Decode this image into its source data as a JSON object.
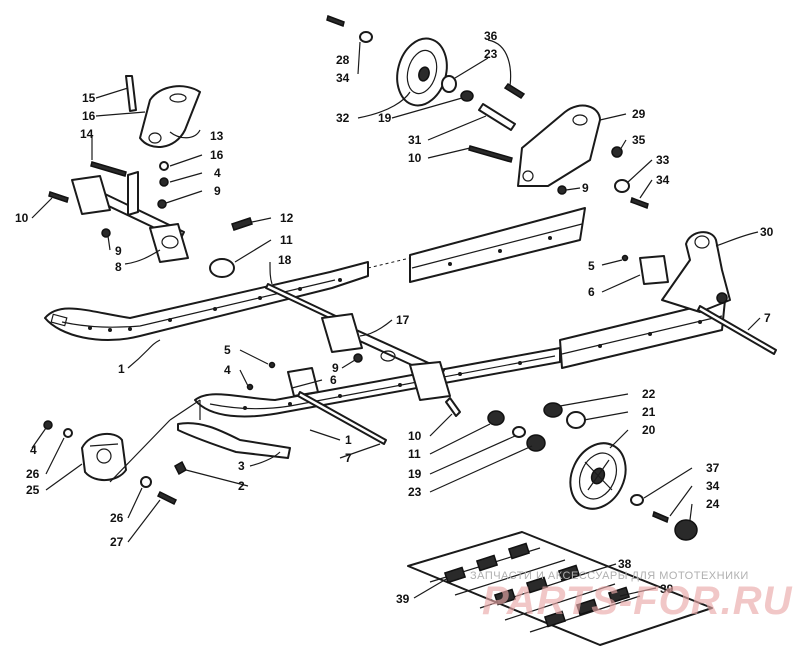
{
  "watermark": {
    "top_line": "ЗАПЧАСТИ И АКСЕССУАРЫ ДЛЯ МОТОТЕХНИКИ",
    "logo": "PARTS-FOR.RU"
  },
  "callouts": [
    {
      "id": "c1a",
      "text": "1"
    },
    {
      "id": "c1b",
      "text": "1"
    },
    {
      "id": "c2",
      "text": "2"
    },
    {
      "id": "c3",
      "text": "3"
    },
    {
      "id": "c4a",
      "text": "4"
    },
    {
      "id": "c4b",
      "text": "4"
    },
    {
      "id": "c4c",
      "text": "4"
    },
    {
      "id": "c5a",
      "text": "5"
    },
    {
      "id": "c5b",
      "text": "5"
    },
    {
      "id": "c6a",
      "text": "6"
    },
    {
      "id": "c6b",
      "text": "6"
    },
    {
      "id": "c7a",
      "text": "7"
    },
    {
      "id": "c7b",
      "text": "7"
    },
    {
      "id": "c8",
      "text": "8"
    },
    {
      "id": "c9a",
      "text": "9"
    },
    {
      "id": "c9b",
      "text": "9"
    },
    {
      "id": "c9c",
      "text": "9"
    },
    {
      "id": "c9d",
      "text": "9"
    },
    {
      "id": "c10a",
      "text": "10"
    },
    {
      "id": "c10b",
      "text": "10"
    },
    {
      "id": "c10c",
      "text": "10"
    },
    {
      "id": "c11a",
      "text": "11"
    },
    {
      "id": "c11b",
      "text": "11"
    },
    {
      "id": "c12",
      "text": "12"
    },
    {
      "id": "c13",
      "text": "13"
    },
    {
      "id": "c14",
      "text": "14"
    },
    {
      "id": "c15",
      "text": "15"
    },
    {
      "id": "c16a",
      "text": "16"
    },
    {
      "id": "c16b",
      "text": "16"
    },
    {
      "id": "c17",
      "text": "17"
    },
    {
      "id": "c18",
      "text": "18"
    },
    {
      "id": "c19a",
      "text": "19"
    },
    {
      "id": "c19b",
      "text": "19"
    },
    {
      "id": "c20",
      "text": "20"
    },
    {
      "id": "c21",
      "text": "21"
    },
    {
      "id": "c22",
      "text": "22"
    },
    {
      "id": "c23a",
      "text": "23"
    },
    {
      "id": "c23b",
      "text": "23"
    },
    {
      "id": "c24",
      "text": "24"
    },
    {
      "id": "c25",
      "text": "25"
    },
    {
      "id": "c26a",
      "text": "26"
    },
    {
      "id": "c26b",
      "text": "26"
    },
    {
      "id": "c27",
      "text": "27"
    },
    {
      "id": "c28",
      "text": "28"
    },
    {
      "id": "c29",
      "text": "29"
    },
    {
      "id": "c30",
      "text": "30"
    },
    {
      "id": "c31",
      "text": "31"
    },
    {
      "id": "c32",
      "text": "32"
    },
    {
      "id": "c33",
      "text": "33"
    },
    {
      "id": "c34a",
      "text": "34"
    },
    {
      "id": "c34b",
      "text": "34"
    },
    {
      "id": "c34c",
      "text": "34"
    },
    {
      "id": "c35",
      "text": "35"
    },
    {
      "id": "c36",
      "text": "36"
    },
    {
      "id": "c37",
      "text": "37"
    },
    {
      "id": "c38",
      "text": "38"
    },
    {
      "id": "c39a",
      "text": "39"
    },
    {
      "id": "c39b",
      "text": "39"
    }
  ]
}
